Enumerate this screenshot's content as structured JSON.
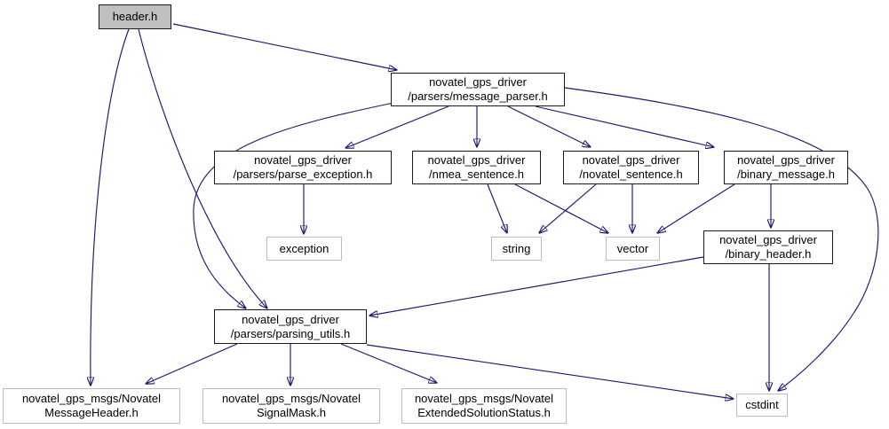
{
  "diagram": {
    "type": "doxygen-include-dependency-graph",
    "colors": {
      "edge": "#191970",
      "selected_node_fill": "#bfbfbf",
      "internal_node_border": "#1a1a1a",
      "external_node_border": "#bdbdbd",
      "background": "#ffffff"
    },
    "nodes": {
      "header": {
        "line1": "header.h",
        "kind": "selected"
      },
      "message_parser": {
        "line1": "novatel_gps_driver",
        "line2": "/parsers/message_parser.h",
        "kind": "internal"
      },
      "parse_exception": {
        "line1": "novatel_gps_driver",
        "line2": "/parsers/parse_exception.h",
        "kind": "internal"
      },
      "nmea_sentence": {
        "line1": "novatel_gps_driver",
        "line2": "/nmea_sentence.h",
        "kind": "internal"
      },
      "novatel_sentence": {
        "line1": "novatel_gps_driver",
        "line2": "/novatel_sentence.h",
        "kind": "internal"
      },
      "binary_message": {
        "line1": "novatel_gps_driver",
        "line2": "/binary_message.h",
        "kind": "internal"
      },
      "binary_header": {
        "line1": "novatel_gps_driver",
        "line2": "/binary_header.h",
        "kind": "internal"
      },
      "parsing_utils": {
        "line1": "novatel_gps_driver",
        "line2": "/parsers/parsing_utils.h",
        "kind": "internal"
      },
      "exception": {
        "line1": "exception",
        "kind": "external"
      },
      "string": {
        "line1": "string",
        "kind": "external"
      },
      "vector": {
        "line1": "vector",
        "kind": "external"
      },
      "novatel_message_header": {
        "line1": "novatel_gps_msgs/Novatel",
        "line2": "MessageHeader.h",
        "kind": "external"
      },
      "novatel_signal_mask": {
        "line1": "novatel_gps_msgs/Novatel",
        "line2": "SignalMask.h",
        "kind": "external"
      },
      "novatel_extended_solution_status": {
        "line1": "novatel_gps_msgs/Novatel",
        "line2": "ExtendedSolutionStatus.h",
        "kind": "external"
      },
      "cstdint": {
        "line1": "cstdint",
        "kind": "external"
      }
    },
    "edges": [
      {
        "from": "header",
        "to": "message_parser"
      },
      {
        "from": "header",
        "to": "novatel_message_header"
      },
      {
        "from": "header",
        "to": "parsing_utils"
      },
      {
        "from": "message_parser",
        "to": "parse_exception"
      },
      {
        "from": "message_parser",
        "to": "nmea_sentence"
      },
      {
        "from": "message_parser",
        "to": "novatel_sentence"
      },
      {
        "from": "message_parser",
        "to": "binary_message"
      },
      {
        "from": "message_parser",
        "to": "parsing_utils"
      },
      {
        "from": "message_parser",
        "to": "cstdint"
      },
      {
        "from": "parse_exception",
        "to": "exception"
      },
      {
        "from": "nmea_sentence",
        "to": "string"
      },
      {
        "from": "nmea_sentence",
        "to": "vector"
      },
      {
        "from": "novatel_sentence",
        "to": "string"
      },
      {
        "from": "novatel_sentence",
        "to": "vector"
      },
      {
        "from": "binary_message",
        "to": "vector"
      },
      {
        "from": "binary_message",
        "to": "binary_header"
      },
      {
        "from": "binary_header",
        "to": "parsing_utils"
      },
      {
        "from": "binary_header",
        "to": "cstdint"
      },
      {
        "from": "parsing_utils",
        "to": "novatel_message_header"
      },
      {
        "from": "parsing_utils",
        "to": "novatel_signal_mask"
      },
      {
        "from": "parsing_utils",
        "to": "novatel_extended_solution_status"
      },
      {
        "from": "parsing_utils",
        "to": "cstdint"
      }
    ]
  }
}
